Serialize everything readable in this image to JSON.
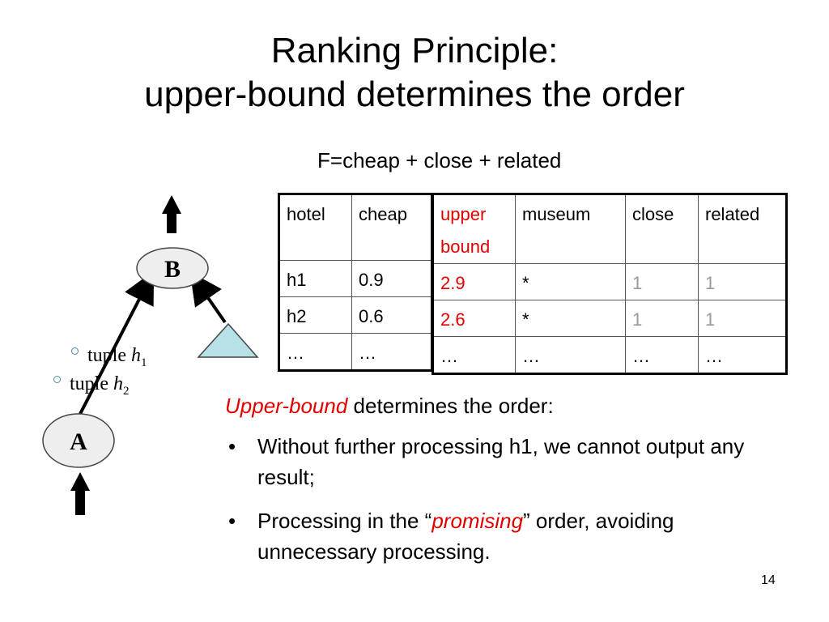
{
  "slide": {
    "title_line1": "Ranking Principle:",
    "title_line2": "upper-bound determines the order",
    "formula": "F=cheap + close + related",
    "page_number": "14"
  },
  "diagram": {
    "node_b": "B",
    "node_a": "A",
    "tuple1": {
      "prefix": "tuple ",
      "var": "h",
      "sub": "1"
    },
    "tuple2": {
      "prefix": "tuple ",
      "var": "h",
      "sub": "2"
    }
  },
  "table_left": {
    "headers": [
      "hotel",
      "cheap"
    ],
    "rows": [
      [
        "h1",
        "0.9"
      ],
      [
        "h2",
        "0.6"
      ],
      [
        "…",
        "…"
      ]
    ]
  },
  "table_right": {
    "headers": [
      "upper",
      "bound",
      "museum",
      "close",
      "related"
    ],
    "rows": [
      [
        "2.9",
        "*",
        "1",
        "1"
      ],
      [
        "2.6",
        "*",
        "1",
        "1"
      ],
      [
        "…",
        "…",
        "…",
        "…"
      ]
    ]
  },
  "body": {
    "lead_red": "Upper-bound",
    "lead_rest": " determines the order:",
    "bullet_char": "•",
    "bullet1": "Without further processing h1, we cannot output any result;",
    "bullet2_pre": "Processing in the “",
    "bullet2_red": "promising",
    "bullet2_post": "” order, avoiding unnecessary processing."
  },
  "colors": {
    "red": "#e00000",
    "grey_value": "#999999",
    "triangle_fill": "#b7e1e6",
    "node_fill": "#eeeeee"
  }
}
